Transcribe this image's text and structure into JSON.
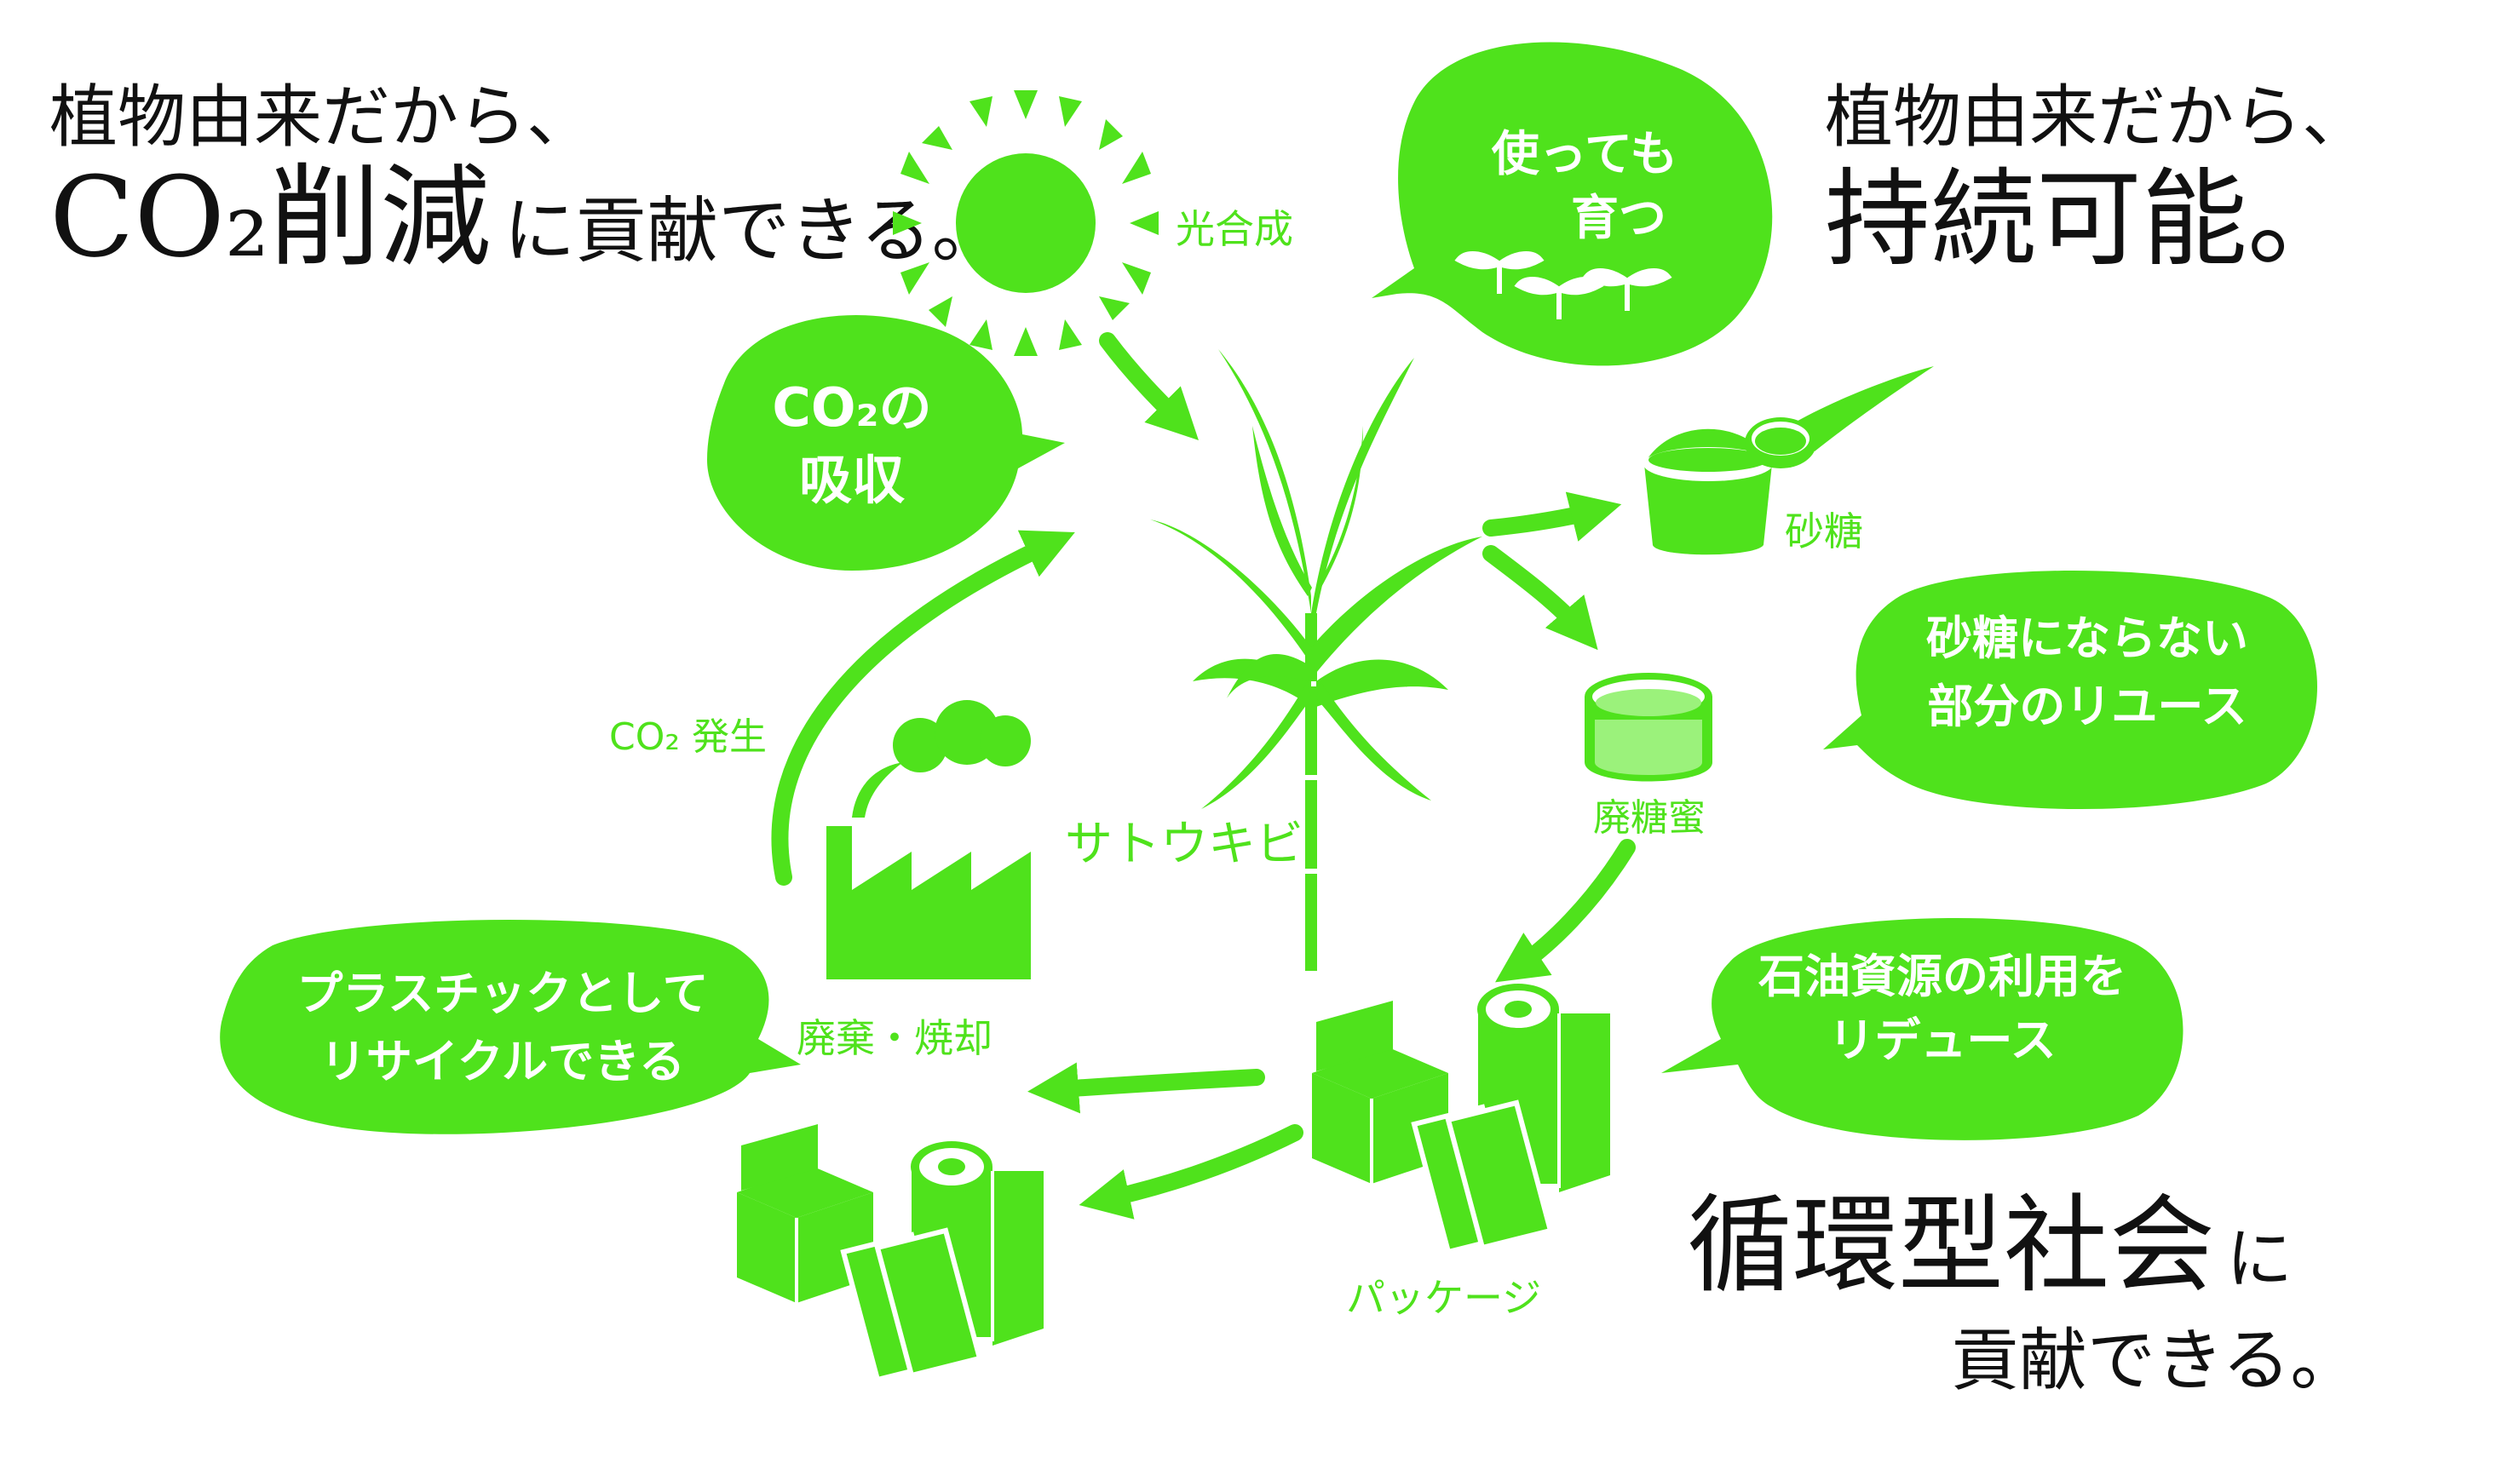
{
  "colors": {
    "accent": "#4fe21c",
    "text": "#111111",
    "bubble_text": "#ffffff",
    "background": "#ffffff"
  },
  "headline_left": {
    "line1": "植物由来だから、",
    "co2": "CO₂削減",
    "tail": "に貢献できる。"
  },
  "headline_right": {
    "line1": "植物由来だから、",
    "line2": "持続可能。"
  },
  "headline_bottom": {
    "line1": "循環型社会",
    "line1_tail": "に",
    "line2": "貢献できる。"
  },
  "labels": {
    "photosynthesis": "光合成",
    "sugarcane": "サトウキビ",
    "sugar": "砂糖",
    "molasses": "廃糖蜜",
    "co2_emission": "CO₂ 発生",
    "disposal": "廃棄・焼却",
    "package": "パッケージ"
  },
  "bubbles": {
    "grow": [
      "使っても",
      "育つ"
    ],
    "co2_absorb": [
      "CO₂の",
      "吸収"
    ],
    "reuse": [
      "砂糖にならない",
      "部分のリユース"
    ],
    "petroleum": [
      "石油資源の利用を",
      "リデュース"
    ],
    "recycle": [
      "プラスチックとして",
      "リサイクルできる"
    ]
  },
  "icons": [
    "sun-icon",
    "sprout-icon",
    "sugarcane-icon",
    "sugar-bowl-icon",
    "spoon-icon",
    "molasses-jar-icon",
    "factory-icon",
    "smoke-icon",
    "package-icon",
    "box-icon",
    "roll-icon",
    "pouch-icon"
  ]
}
